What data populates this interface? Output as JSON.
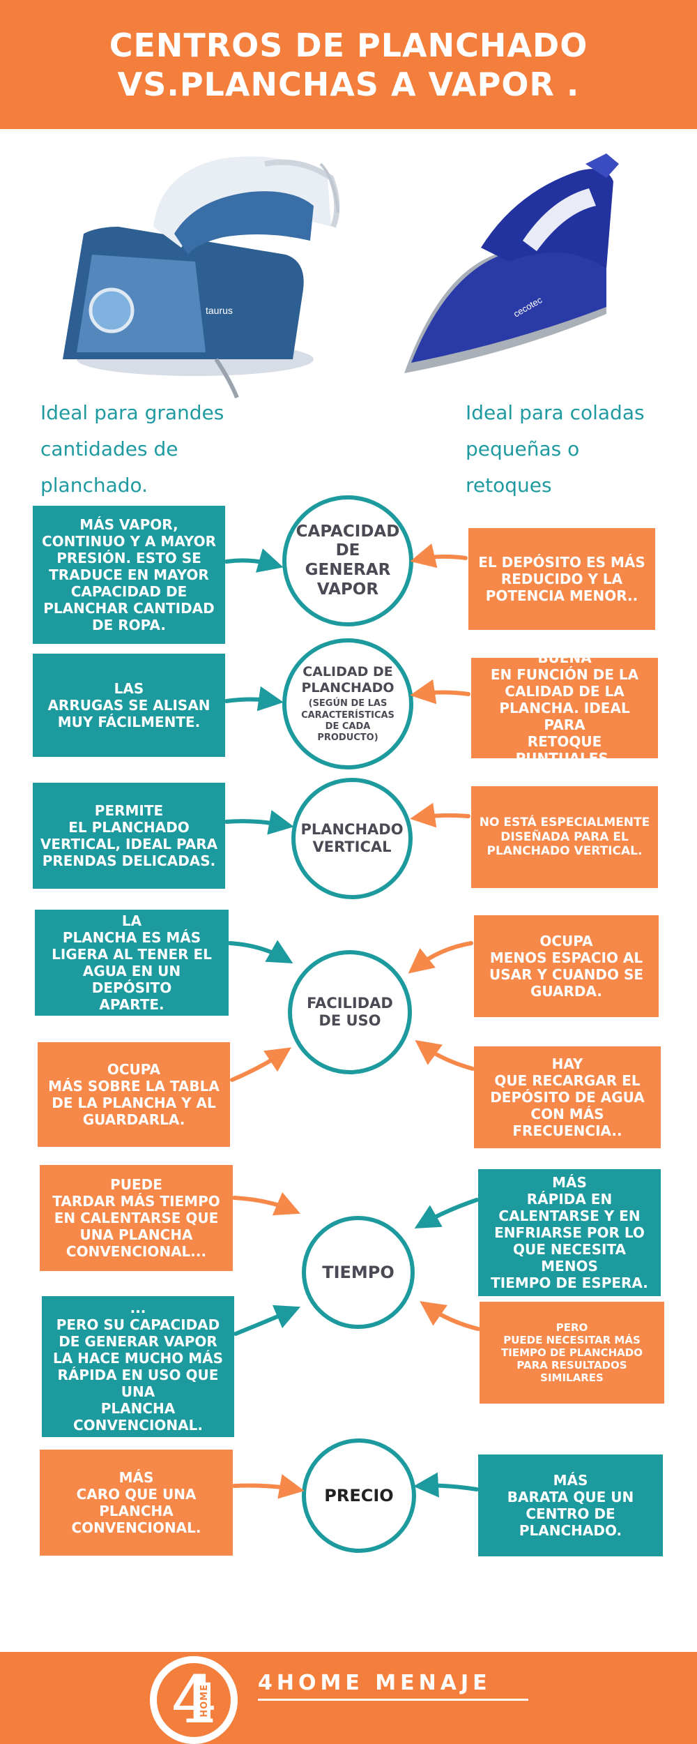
{
  "header": {
    "title_line1": "CENTROS DE PLANCHADO",
    "title_line2": "VS.PLANCHAS A VAPOR ."
  },
  "intro": {
    "left": "Ideal para grandes\ncantidades de\nplanchado.",
    "right": "Ideal para coladas\npequeñas o\nretoques"
  },
  "colors": {
    "teal": "#1c9a9e",
    "orange": "#f47f3c",
    "circle_text": "#4a4a55"
  },
  "sections": [
    {
      "circle": "CAPACIDAD\nDE\nGENERAR\nVAPOR",
      "left": "MÁS VAPOR,\nCONTINUO Y A MAYOR\nPRESIÓN. ESTO SE\nTRADUCE EN MAYOR\nCAPACIDAD DE\nPLANCHAR CANTIDAD\nDE ROPA.",
      "right": "EL DEPÓSITO ES MÁS\nREDUCIDO Y LA\nPOTENCIA MENOR.."
    },
    {
      "circle": "CALIDAD DE\nPLANCHADO",
      "circle_sub": "(SEGÚN DE LAS\nCARACTERÍSTICAS\nDE CADA\nPRODUCTO)",
      "left": "LAS\nARRUGAS SE ALISAN\nMUY FÁCILMENTE.",
      "right": "BUENA\nEN FUNCIÓN DE LA\nCALIDAD DE LA\nPLANCHA. IDEAL PARA\nRETOQUE PUNTUALES."
    },
    {
      "circle": "PLANCHADO\nVERTICAL",
      "left": "PERMITE\nEL PLANCHADO\nVERTICAL, IDEAL PARA\nPRENDAS DELICADAS.",
      "right": "NO ESTÁ ESPECIALMENTE\nDISEÑADA PARA EL\nPLANCHADO VERTICAL."
    },
    {
      "circle": "FACILIDAD\nDE USO",
      "left_top": "LA\nPLANCHA ES MÁS\nLIGERA AL TENER EL\nAGUA EN UN DEPÓSITO\nAPARTE.",
      "right_top": "OCUPA\nMENOS ESPACIO AL\nUSAR Y CUANDO SE\nGUARDA.",
      "left_bottom": "OCUPA\nMÁS SOBRE LA TABLA\nDE LA PLANCHA Y AL\nGUARDARLA.",
      "right_bottom": "HAY\nQUE RECARGAR EL\nDEPÓSITO DE AGUA\nCON MÁS\nFRECUENCIA.."
    },
    {
      "circle": "TIEMPO",
      "left_top": "PUEDE\nTARDAR MÁS TIEMPO\nEN CALENTARSE QUE\nUNA PLANCHA\nCONVENCIONAL...",
      "right_top": "MÁS\nRÁPIDA EN\nCALENTARSE Y EN\nENFRIARSE POR LO\nQUE NECESITA MENOS\nTIEMPO DE ESPERA.",
      "left_bottom": "...\nPERO SU CAPACIDAD\nDE GENERAR VAPOR\nLA HACE MUCHO MÁS\nRÁPIDA EN USO QUE\nUNA\nPLANCHA\nCONVENCIONAL.",
      "right_bottom": "PERO\nPUEDE NECESITAR MÁS\nTIEMPO DE PLANCHADO\nPARA RESULTADOS\nSIMILARES"
    },
    {
      "circle": "PRECIO",
      "left": "MÁS\nCARO QUE UNA\nPLANCHA\nCONVENCIONAL.",
      "right": "MÁS\nBARATA QUE UN\nCENTRO DE\nPLANCHADO."
    }
  ],
  "products": {
    "left_brand": "taurus",
    "right_brand": "cecotec",
    "left_icon": "steam-station-icon",
    "right_icon": "steam-iron-icon"
  },
  "footer": {
    "logo_digit": "4",
    "logo_word": "HOME",
    "brand": "4HOME MENAJE"
  }
}
